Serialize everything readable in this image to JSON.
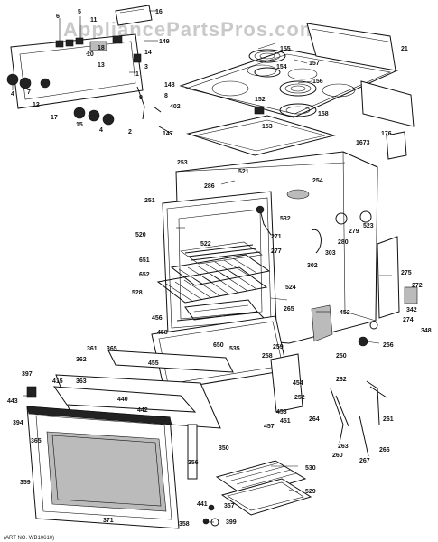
{
  "watermark": "AppliancePartsPros.com",
  "footnote": "(ART NO. WB10610)",
  "labels": {
    "l5": "5",
    "l6": "6",
    "l11": "11",
    "l16": "16",
    "l149": "149",
    "l10": "10",
    "l18": "18",
    "l13": "13",
    "l14": "14",
    "l3": "3",
    "l1": "1",
    "l4a": "4",
    "l7": "7",
    "l12": "12",
    "l17": "17",
    "l15": "15",
    "l4b": "4",
    "l2": "2",
    "l9": "9",
    "l8": "8",
    "l148": "148",
    "l402": "402",
    "l147": "147",
    "l155": "155",
    "l157": "157",
    "l154": "154",
    "l156": "156",
    "l152": "152",
    "l153": "153",
    "l158": "158",
    "l21": "21",
    "l1673": "1673",
    "l176": "176",
    "l253": "253",
    "l521": "521",
    "l286": "286",
    "l254": "254",
    "l251": "251",
    "l532": "532",
    "l523": "523",
    "l520": "520",
    "l522": "522",
    "l271": "271",
    "l277": "277",
    "l280": "280",
    "l279": "279",
    "l303": "303",
    "l302": "302",
    "l651": "651",
    "l652": "652",
    "l528": "528",
    "l524": "524",
    "l265": "265",
    "l275": "275",
    "l272": "272",
    "l452": "452",
    "l342": "342",
    "l274": "274",
    "l348": "348",
    "l456": "456",
    "l458": "458",
    "l650": "650",
    "l535": "535",
    "l259": "259",
    "l258": "258",
    "l250": "250",
    "l256": "256",
    "l361": "361",
    "l365a": "365",
    "l362": "362",
    "l455": "455",
    "l397": "397",
    "l415": "415",
    "l363": "363",
    "l440": "440",
    "l442": "442",
    "l454": "454",
    "l252": "252",
    "l443": "443",
    "l453": "453",
    "l451": "451",
    "l394": "394",
    "l365b": "365",
    "l457": "457",
    "l262": "262",
    "l264": "264",
    "l261": "261",
    "l263": "263",
    "l260": "260",
    "l267": "267",
    "l266": "266",
    "l350": "350",
    "l356": "356",
    "l530": "530",
    "l359": "359",
    "l529": "529",
    "l441": "441",
    "l357": "357",
    "l371": "371",
    "l358": "358",
    "l399": "399"
  }
}
